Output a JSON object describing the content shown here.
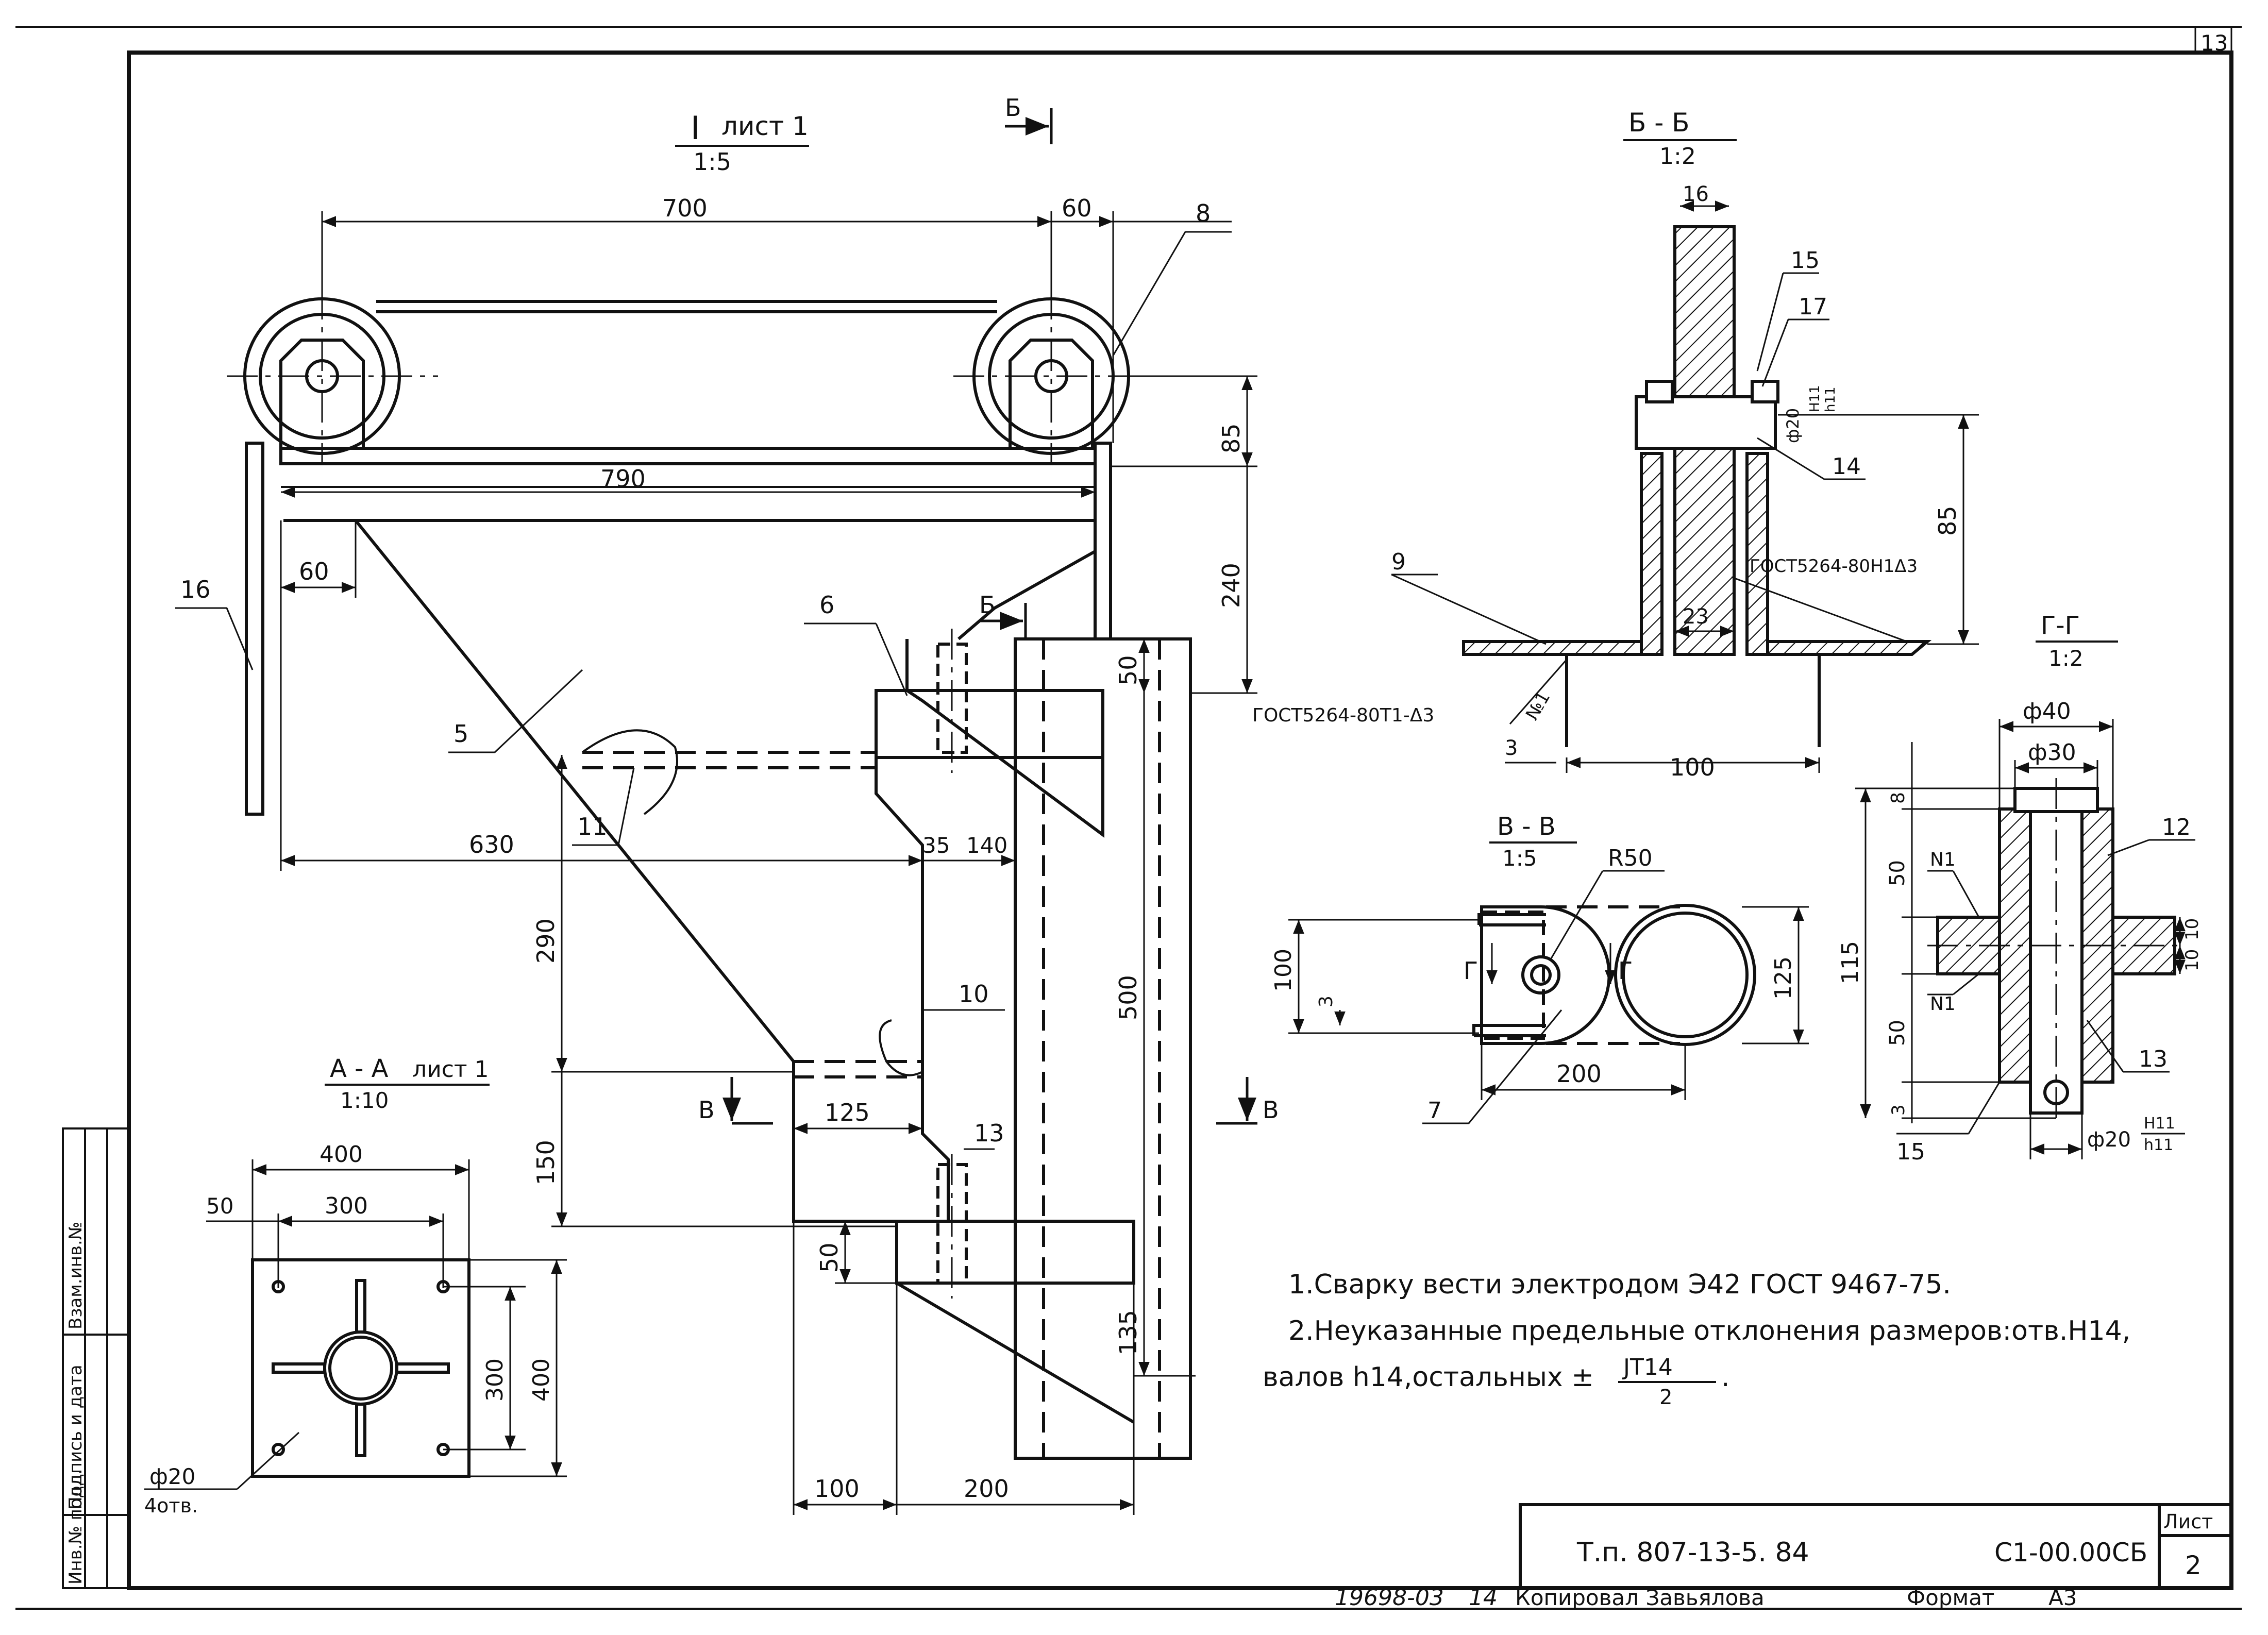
{
  "views": {
    "main": {
      "title": "I",
      "title_suffix": "лист 1",
      "scale": "1:5"
    },
    "bb": {
      "title": "Б - Б",
      "scale": "1:2"
    },
    "gg": {
      "title": "Г-Г",
      "scale": "1:2"
    },
    "vv": {
      "title": "В - В",
      "scale": "1:5"
    },
    "aa": {
      "title": "А - А",
      "title_suffix": "лист 1",
      "scale": "1:10"
    }
  },
  "section_marks": {
    "b": "Б",
    "v": "В",
    "g": "Г"
  },
  "dimensions": {
    "main": [
      "700",
      "60",
      "85",
      "790",
      "60",
      "240",
      "50",
      "630",
      "35",
      "140",
      "290",
      "500",
      "150",
      "125",
      "50",
      "135",
      "100",
      "200"
    ],
    "bb": [
      "16",
      "85",
      "23",
      "3",
      "100"
    ],
    "gg": [
      "ф40",
      "ф30",
      "8",
      "50",
      "115",
      "50",
      "3",
      "10",
      "10",
      "ф20"
    ],
    "gg_fit": {
      "top": "H11",
      "bottom": "h11"
    },
    "bb_fit": {
      "dia": "ф20",
      "top": "H11",
      "bottom": "h11"
    },
    "vv": [
      "R50",
      "100",
      "3",
      "125",
      "200"
    ],
    "aa": [
      "400",
      "50",
      "300",
      "300",
      "400"
    ],
    "aa_hole": {
      "dia": "ф20",
      "count": "4отв."
    }
  },
  "part_numbers": [
    "8",
    "16",
    "6",
    "5",
    "11",
    "10",
    "13",
    "15",
    "17",
    "14",
    "9",
    "12",
    "13",
    "15",
    "7"
  ],
  "weld_symbols": {
    "w1": "ГОСТ5264-80Т1-Δ3",
    "w2": "ГОСТ5264-80Н1Δ3",
    "w3": "№1",
    "n1a": "N1",
    "n1b": "N1"
  },
  "notes": [
    "1.Сварку вести электродом Э42 ГОСТ 9467-75.",
    "2.Неуказанные предельные отклонения размеров:отв.Н14,",
    "валов h14,остальных ±",
    "JT14",
    "2",
    "."
  ],
  "title_block": {
    "doc_code": "Т.п. 807-13-5. 84",
    "designation": "С1-00.00СБ",
    "sheet_label": "Лист",
    "sheet_number": "2"
  },
  "corner_number": "13",
  "side_stamp": [
    "Инв.№ подл.",
    "Подпись и дата",
    "Взам.инв.№"
  ],
  "footer": {
    "archive": "19698-03",
    "page": "14",
    "copied": "Копировал Завьялова",
    "format_label": "Формат",
    "format_value": "А3"
  },
  "colors": {
    "ink": "#111111",
    "paper": "#ffffff"
  }
}
